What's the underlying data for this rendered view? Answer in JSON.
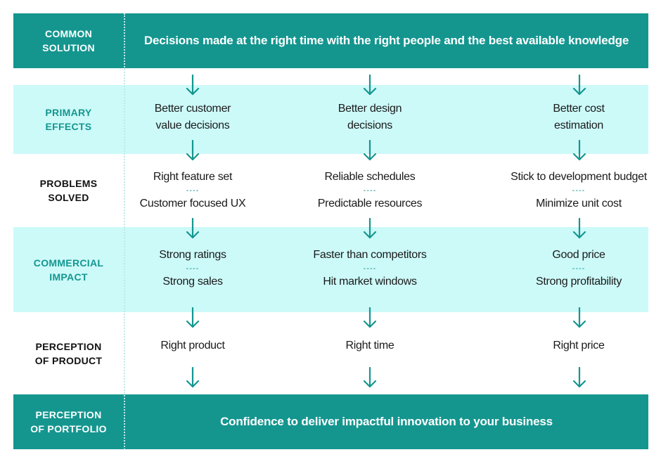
{
  "colors": {
    "dark_teal": "#14968f",
    "light_teal": "#ccfaf9",
    "white": "#ffffff"
  },
  "rows": {
    "common_solution": {
      "label": [
        "COMMON",
        "SOLUTION"
      ],
      "text": "Decisions made at the right time with the right people and the best available knowledge"
    },
    "primary_effects": {
      "label": [
        "PRIMARY",
        "EFFECTS"
      ],
      "cells": [
        [
          "Better customer",
          "value decisions"
        ],
        [
          "Better design",
          "decisions"
        ],
        [
          "Better cost",
          "estimation"
        ]
      ]
    },
    "problems_solved": {
      "label": [
        "PROBLEMS",
        "SOLVED"
      ],
      "cells": [
        [
          "Right feature set",
          "Customer focused UX"
        ],
        [
          "Reliable schedules",
          "Predictable resources"
        ],
        [
          "Stick to development budget",
          "Minimize unit cost"
        ]
      ]
    },
    "commercial_impact": {
      "label": [
        "COMMERCIAL",
        "IMPACT"
      ],
      "cells": [
        [
          "Strong ratings",
          "Strong sales"
        ],
        [
          "Faster than competitors",
          "Hit market windows"
        ],
        [
          "Good price",
          "Strong profitability"
        ]
      ]
    },
    "perception_of_product": {
      "label": [
        "PERCEPTION",
        "OF PRODUCT"
      ],
      "cells": [
        "Right product",
        "Right time",
        "Right price"
      ]
    },
    "perception_of_portfolio": {
      "label": [
        "PERCEPTION",
        "OF PORTFOLIO"
      ],
      "text": "Confidence to deliver impactful innovation to your business"
    }
  },
  "separator": "----",
  "arrow_icon": "arrow-down-icon"
}
